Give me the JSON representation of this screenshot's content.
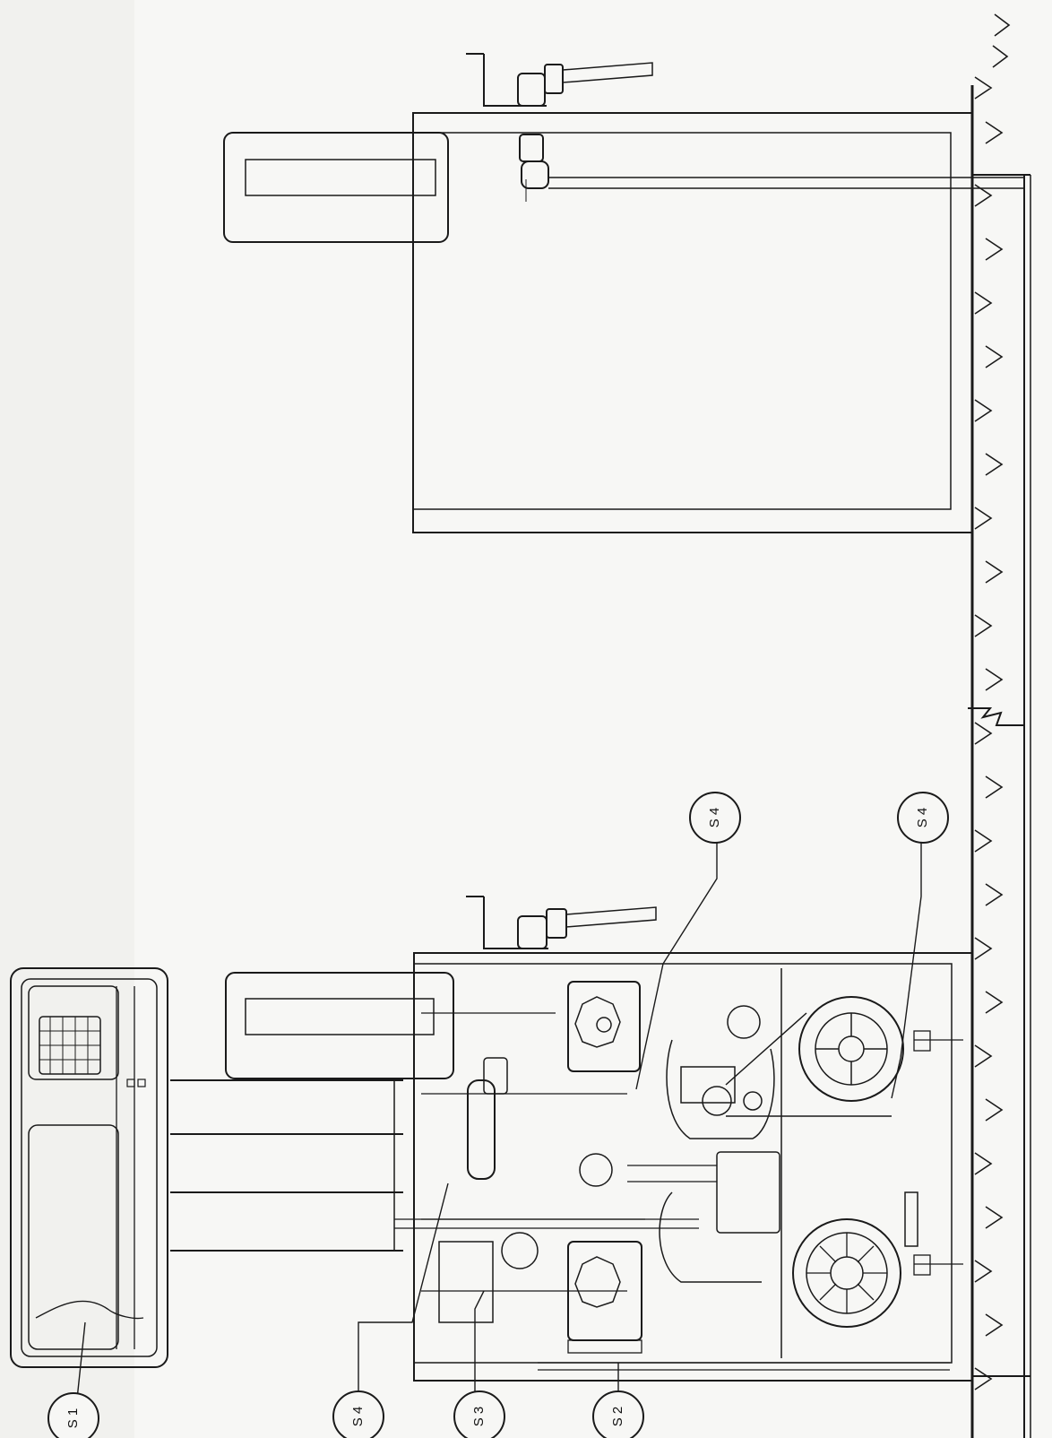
{
  "callouts": {
    "s1": "S 1",
    "s2": "S 2",
    "s3": "S 3",
    "s4_bottom": "S 4",
    "s4_upper": "S 4",
    "s4_right": "S 4"
  },
  "colors": {
    "paper": "#f7f7f5",
    "ink": "#1a1a1a"
  }
}
